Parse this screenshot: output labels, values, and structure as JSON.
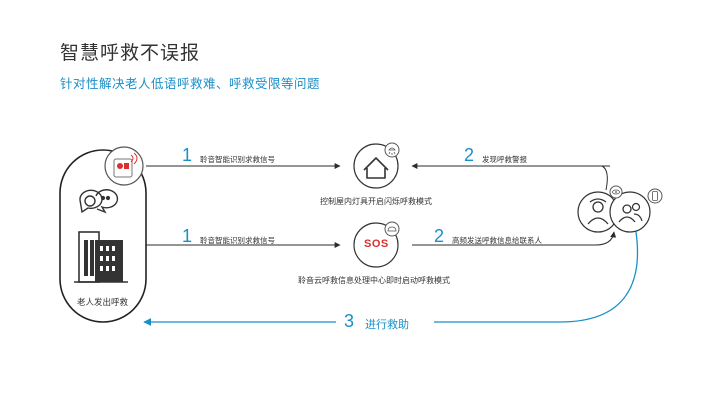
{
  "title": "智慧呼救不误报",
  "subtitle": "针对性解决老人低语呼救难、呼救受限等问题",
  "left_node": {
    "caption": "老人发出呼救"
  },
  "top_row": {
    "step1_num": "1",
    "step1_text": "聆音智能识别求救信号",
    "step2_num": "2",
    "step2_text": "发现呼救警报",
    "center_caption": "控制屋内灯具开启闪烁呼救模式"
  },
  "bottom_row": {
    "step1_num": "1",
    "step1_text": "聆音智能识别求救信号",
    "step2_num": "2",
    "step2_text": "高频发送呼救信息给联系人",
    "center_caption": "聆音云呼救信息处理中心即时启动呼救模式",
    "sos_text": "SOS"
  },
  "return_step": {
    "num": "3",
    "text": "进行救助"
  },
  "colors": {
    "accent": "#1a8fc7",
    "device_red": "#d9312b",
    "line": "#2b2b2b",
    "icon": "#333333"
  }
}
